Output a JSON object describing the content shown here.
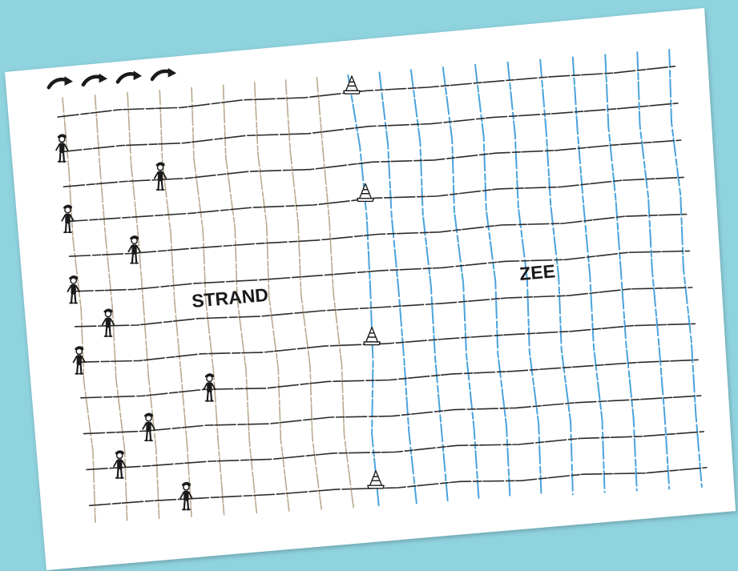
{
  "colors": {
    "background": "#8fd3df",
    "paper": "#ffffff",
    "beach_lines": "#b9a98e",
    "sea_lines": "#4aa3dc",
    "horizontal_lines": "#2b2b2b",
    "ink": "#1a1a1a"
  },
  "labels": {
    "beach": "STRAND",
    "sea": "ZEE"
  },
  "icons": {
    "arrow": "curved-arrow-icon",
    "person": "stick-figure-icon",
    "cone": "traffic-cone-icon"
  },
  "grid": {
    "beach_columns": 9,
    "sea_columns": 10,
    "rows": 12
  },
  "arrows": {
    "count": 4
  },
  "figures": [
    {
      "col": 0,
      "row": 1
    },
    {
      "col": 3,
      "row": 2
    },
    {
      "col": 0,
      "row": 3
    },
    {
      "col": 2,
      "row": 4
    },
    {
      "col": 0,
      "row": 5
    },
    {
      "col": 1,
      "row": 6
    },
    {
      "col": 0,
      "row": 7
    },
    {
      "col": 4,
      "row": 8
    },
    {
      "col": 2,
      "row": 9
    },
    {
      "col": 1,
      "row": 10
    },
    {
      "col": 3,
      "row": 11
    }
  ],
  "cones": [
    {
      "row": 0
    },
    {
      "row": 3
    },
    {
      "row": 7
    },
    {
      "row": 11
    }
  ]
}
